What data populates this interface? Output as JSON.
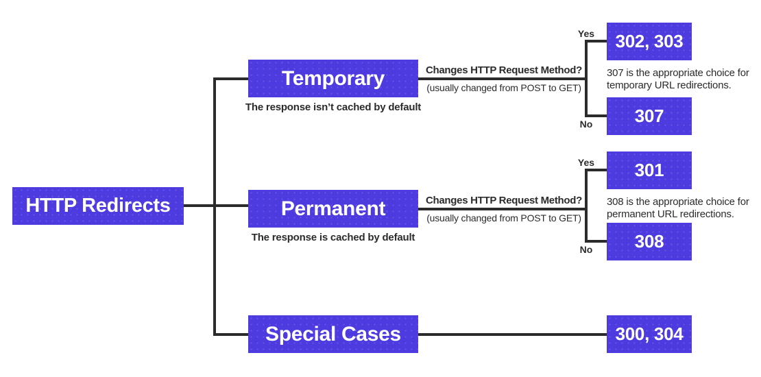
{
  "colors": {
    "bg": "#ffffff",
    "box": "#4e3be0",
    "box-text": "#ffffff",
    "line": "#2b2b2b",
    "text": "#2b2b2b"
  },
  "root": {
    "label": "HTTP Redirects"
  },
  "rows": {
    "temporary": {
      "label": "Temporary",
      "caption": "The response isn’t cached by default",
      "question": "Changes HTTP Request Method?",
      "question_sub": "(usually changed from POST to GET)",
      "yes": "Yes",
      "no": "No",
      "yes_codes": "302, 303",
      "no_codes": "307",
      "note": "307 is the appropriate choice for\ntemporary URL redirections."
    },
    "permanent": {
      "label": "Permanent",
      "caption": "The response is cached by default",
      "question": "Changes HTTP Request Method?",
      "question_sub": "(usually changed from POST to GET)",
      "yes": "Yes",
      "no": "No",
      "yes_codes": "301",
      "no_codes": "308",
      "note": "308 is the appropriate choice for\npermanent URL redirections."
    },
    "special": {
      "label": "Special Cases",
      "codes": "300, 304"
    }
  }
}
